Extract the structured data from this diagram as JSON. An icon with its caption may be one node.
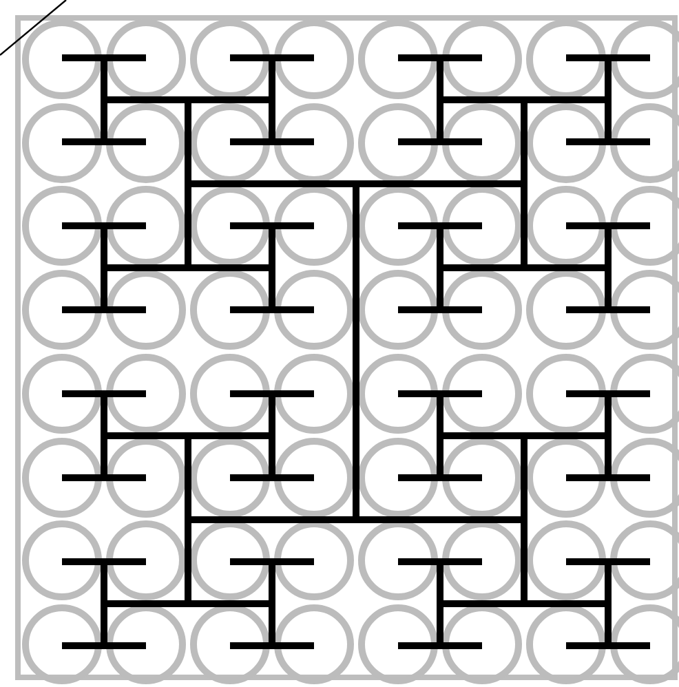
{
  "diagram": {
    "nodes": [
      {
        "text": [],
        "shape": "circle"
      },
      {
        "text": [],
        "shape": "circle"
      },
      {
        "text": [],
        "shape": "circle"
      },
      {
        "text": [],
        "shape": "circle"
      },
      {
        "text": [],
        "shape": "circle"
      },
      {
        "text": [],
        "shape": "circle"
      },
      {
        "text": [],
        "shape": "circle"
      },
      {
        "text": [],
        "shape": "circle"
      },
      {
        "text": [],
        "shape": "circle"
      },
      {
        "text": [],
        "shape": "circle"
      },
      {
        "text": [],
        "shape": "circle"
      },
      {
        "text": [],
        "shape": "circle"
      },
      {
        "text": [],
        "shape": "circle"
      },
      {
        "text": [],
        "shape": "circle"
      },
      {
        "text": [],
        "shape": "circle"
      },
      {
        "text": [],
        "shape": "circle"
      },
      {
        "text": [],
        "shape": "circle"
      },
      {
        "text": [],
        "shape": "circle"
      },
      {
        "text": [],
        "shape": "circle"
      },
      {
        "text": [],
        "shape": "circle"
      },
      {
        "text": [],
        "shape": "circle"
      },
      {
        "text": [],
        "shape": "circle"
      },
      {
        "text": [],
        "shape": "circle"
      },
      {
        "text": [],
        "shape": "circle"
      },
      {
        "text": [],
        "shape": "circle"
      },
      {
        "text": [],
        "shape": "circle"
      },
      {
        "text": [],
        "shape": "circle"
      },
      {
        "text": [],
        "shape": "circle"
      },
      {
        "text": [],
        "shape": "circle"
      },
      {
        "text": [],
        "shape": "circle"
      },
      {
        "text": [],
        "shape": "circle"
      },
      {
        "text": [],
        "shape": "circle"
      },
      {
        "text": [],
        "shape": "circle"
      },
      {
        "text": [],
        "shape": "circle"
      },
      {
        "text": [],
        "shape": "circle"
      },
      {
        "text": [],
        "shape": "circle"
      },
      {
        "text": [],
        "shape": "circle"
      },
      {
        "text": [],
        "shape": "circle"
      },
      {
        "text": [],
        "shape": "circle"
      },
      {
        "text": [],
        "shape": "circle"
      },
      {
        "text": [],
        "shape": "circle"
      },
      {
        "text": [],
        "shape": "circle"
      },
      {
        "text": [],
        "shape": "circle"
      },
      {
        "text": [],
        "shape": "circle"
      },
      {
        "text": [],
        "shape": "circle"
      },
      {
        "text": [],
        "shape": "circle"
      },
      {
        "text": [],
        "shape": "circle"
      },
      {
        "text": [],
        "shape": "circle"
      },
      {
        "text": [],
        "shape": "circle"
      },
      {
        "text": [],
        "shape": "circle"
      },
      {
        "text": [],
        "shape": "circle"
      },
      {
        "text": [],
        "shape": "circle"
      },
      {
        "text": [],
        "shape": "circle"
      },
      {
        "text": [],
        "shape": "circle"
      },
      {
        "text": [],
        "shape": "circle"
      },
      {
        "text": [],
        "shape": "circle"
      },
      {
        "text": [],
        "shape": "circle"
      },
      {
        "text": [],
        "shape": "circle"
      },
      {
        "text": [],
        "shape": "circle"
      },
      {
        "text": [],
        "shape": "circle"
      },
      {
        "text": [],
        "shape": "circle"
      },
      {
        "text": [],
        "shape": "circle"
      },
      {
        "text": [],
        "shape": "circle"
      },
      {
        "text": [],
        "shape": "circle"
      }
    ]
  }
}
